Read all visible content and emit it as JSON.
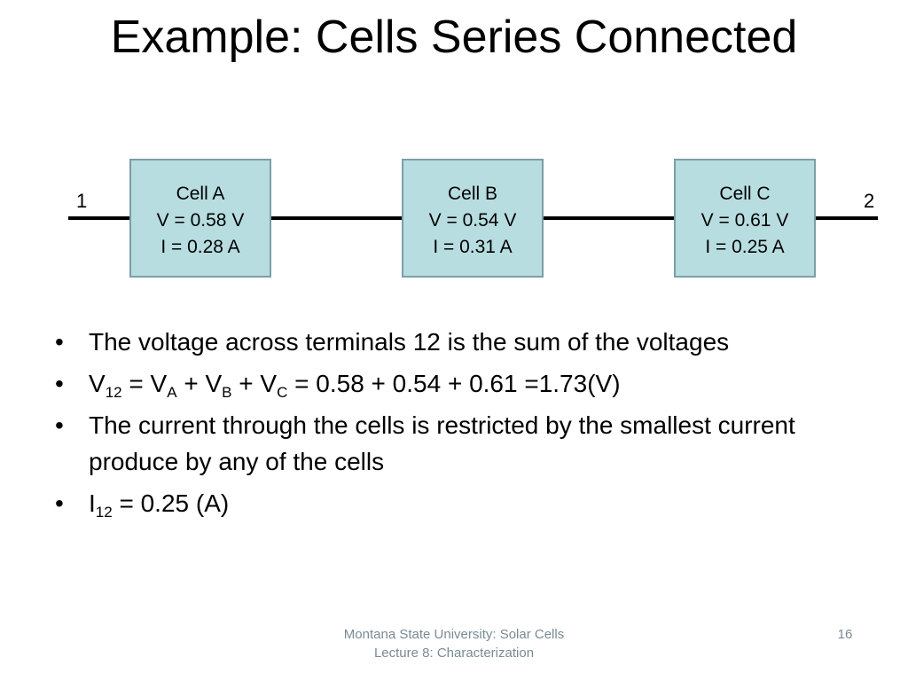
{
  "title": "Example: Cells Series Connected",
  "diagram": {
    "terminal_left": "1",
    "terminal_right": "2",
    "cells": [
      {
        "name": "Cell A",
        "voltage": "V = 0.58 V",
        "current": "I = 0.28 A"
      },
      {
        "name": "Cell B",
        "voltage": "V = 0.54 V",
        "current": "I = 0.31 A"
      },
      {
        "name": "Cell C",
        "voltage": "V = 0.61 V",
        "current": "I = 0.25 A"
      }
    ],
    "fill_color": "#b7dde0",
    "border_color": "#7c9ea6"
  },
  "bullets": {
    "b1": "The voltage across terminals 12 is the sum of the voltages",
    "b2": {
      "v": "V",
      "v_sub": "12",
      "eq": " = V",
      "a_sub": "A",
      "plus1": " + V",
      "b_sub": "B",
      "plus2": " + V",
      "c_sub": "C",
      "rest": " = 0.58 + 0.54 + 0.61 =1.73(V)"
    },
    "b3": "The current through the cells is restricted by the smallest current produce by any of the cells",
    "b4": {
      "i": "I",
      "i_sub": "12",
      "rest": " = 0.25 (A)"
    }
  },
  "footer": {
    "line1": "Montana State University: Solar Cells",
    "line2": "Lecture 8: Characterization",
    "page": "16"
  }
}
